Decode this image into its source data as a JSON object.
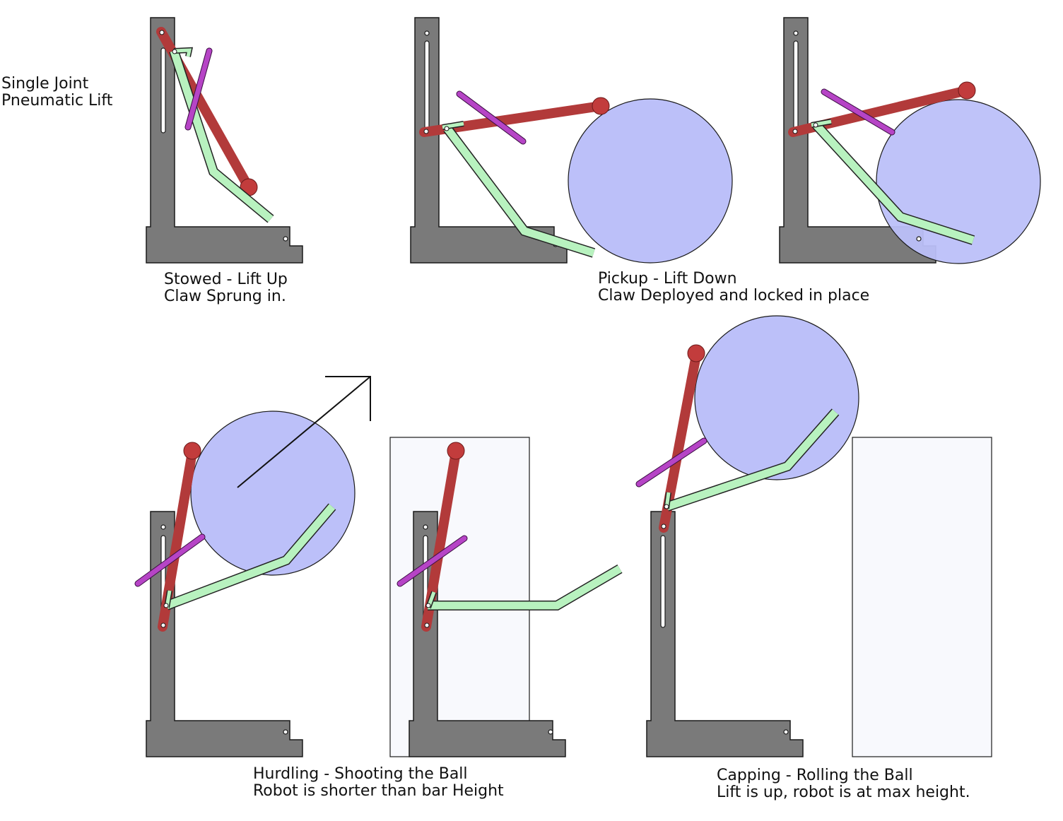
{
  "labels": {
    "title_line1": "Single Joint",
    "title_line2": "Pneumatic Lift",
    "stowed_line1": "Stowed - Lift Up",
    "stowed_line2": "Claw Sprung in.",
    "pickup_line1": "Pickup - Lift Down",
    "pickup_line2": "Claw Deployed and locked in place",
    "hurdling_line1": "Hurdling - Shooting the Ball",
    "hurdling_line2": "Robot is shorter than bar Height",
    "capping_line1": "Capping - Rolling the Ball",
    "capping_line2": "Lift is up, robot is at max height."
  },
  "colors": {
    "frame": "#7a7a7a",
    "lift_arm": "#b23a3a",
    "claw": "#b8f2bf",
    "pneumatic": "#b644c6",
    "ball": "#bcc0f9",
    "bar": "#f8f9fd"
  }
}
